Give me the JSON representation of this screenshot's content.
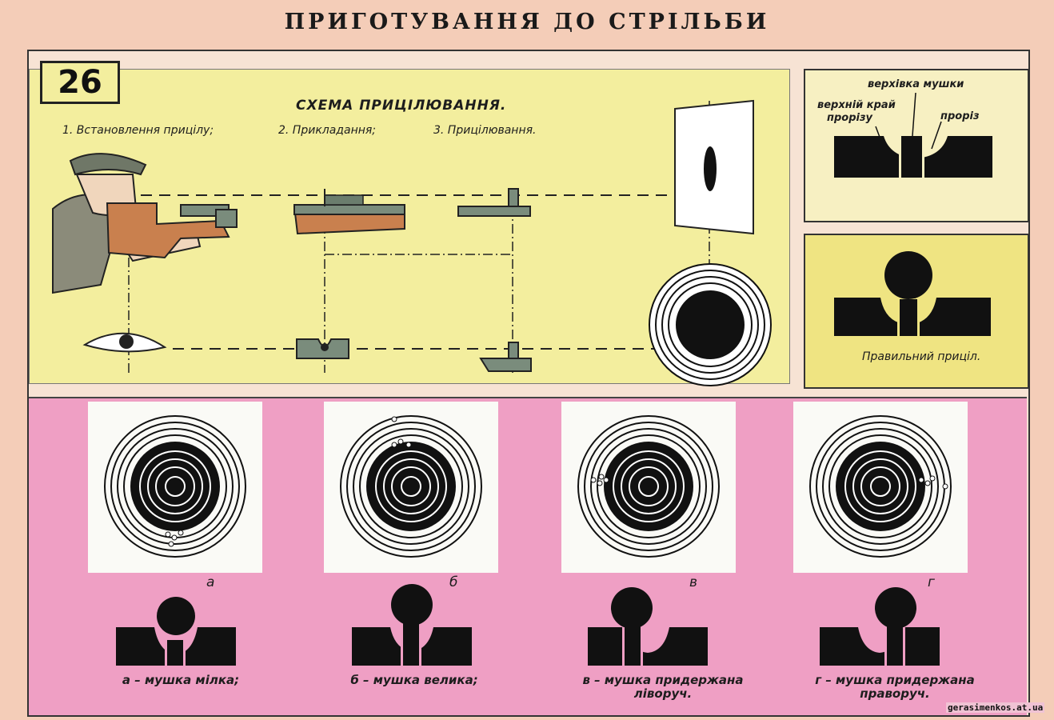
{
  "poster": {
    "title": "ПРИГОТУВАННЯ ДО СТРІЛЬБИ",
    "number": "26"
  },
  "scheme": {
    "title": "СХЕМА ПРИЦІЛЮВАННЯ.",
    "steps": [
      "1. Встановлення прицілу;",
      "2. Прикладання;",
      "3. Прицілювання."
    ]
  },
  "sight_parts": {
    "front_sight_top": "верхівка мушки",
    "notch_top_edge_line1": "верхній край",
    "notch_top_edge_line2": "прорізу",
    "notch": "проріз"
  },
  "correct_sight": {
    "label": "Правильний приціл."
  },
  "examples": [
    {
      "letter": "а",
      "caption_line1": "а – мушка мілка;",
      "caption_line2": ""
    },
    {
      "letter": "б",
      "caption_line1": "б – мушка велика;",
      "caption_line2": ""
    },
    {
      "letter": "в",
      "caption_line1": "в – мушка придержана",
      "caption_line2": "ліворуч."
    },
    {
      "letter": "г",
      "caption_line1": "г – мушка придержана",
      "caption_line2": "праворуч."
    }
  ],
  "watermark": "gerasimenkos.at.ua",
  "colors": {
    "background": "#f4cdb8",
    "scheme_panel": "#f3ee9e",
    "pink_panel": "#ef9fc4",
    "sight_black": "#111111",
    "rifle_stock": "#c9804e",
    "rifle_metal": "#7a8c7c"
  }
}
